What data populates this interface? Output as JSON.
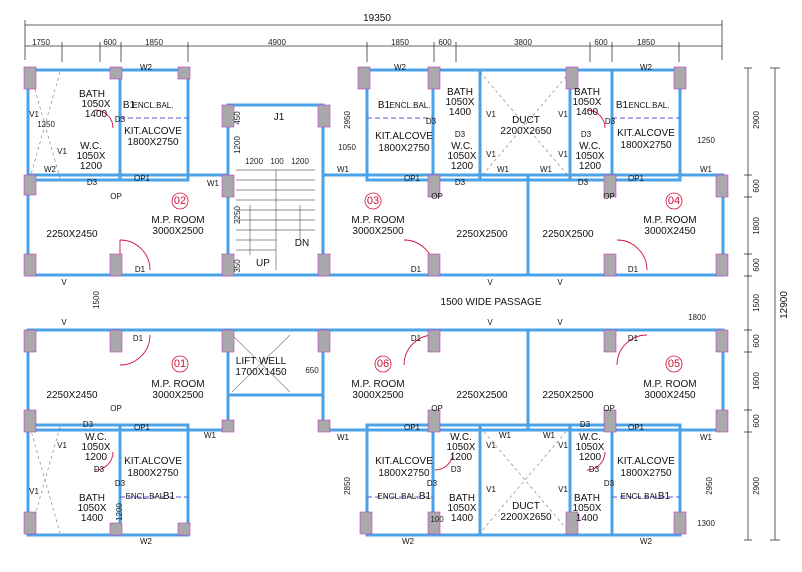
{
  "colors": {
    "wall": "#4aa3e8",
    "column": "#a9a9a9",
    "dimension": "#333333",
    "door_swing": "#d0103a",
    "flat_marker": "#d0103a",
    "balcony_line": "#5a5ad8"
  },
  "dimensions": {
    "overall_width": "19350",
    "overall_depth": "12900",
    "top_row": [
      "1750",
      "600",
      "1850",
      "4900",
      "1850",
      "600",
      "3800",
      "600",
      "1850"
    ],
    "right_column": [
      "2900",
      "600",
      "1800",
      "600",
      "1500",
      "600",
      "1600",
      "600",
      "2900"
    ],
    "misc": [
      "1250",
      "2950",
      "1050",
      "1250",
      "1500",
      "1800",
      "650",
      "2850",
      "2950",
      "1300",
      "1200",
      "100",
      "1200",
      "2250",
      "1200",
      "450",
      "350",
      "1200",
      "100"
    ]
  },
  "flats": [
    {
      "marker": "02",
      "room_title": "M.P. ROOM",
      "room_size": "3000X2500"
    },
    {
      "marker": "03",
      "room_title": "M.P. ROOM",
      "room_size": "3000X2500"
    },
    {
      "marker": "04",
      "room_title": "M.P. ROOM",
      "room_size": "3000X2450"
    },
    {
      "marker": "01",
      "room_title": "M.P. ROOM",
      "room_size": "3000X2500"
    },
    {
      "marker": "06",
      "room_title": "M.P. ROOM",
      "room_size": "3000X2500"
    },
    {
      "marker": "05",
      "room_title": "M.P. ROOM",
      "room_size": "3000X2450"
    }
  ],
  "labels": {
    "bath": "BATH",
    "bath_size": "1050X\n1400",
    "bath_size_b": "1050X\n1400",
    "wc": "W.C.",
    "wc_size": "1050X\n1200",
    "kit": "KIT.ALCOVE",
    "kit_size": "1800X2750",
    "room_2250x2450": "2250X2450",
    "room_2250x2500": "2250X2500",
    "duct": "DUCT",
    "duct_size": "2200X2650",
    "lift_well": "LIFT WELL",
    "lift_size": "1700X1450",
    "passage": "1500 WIDE PASSAGE",
    "up": "UP",
    "dn": "DN",
    "b1": "B1",
    "encl_bal": "ENCL.BAL.",
    "j1": "J1"
  },
  "tags": {
    "d1": "D1",
    "d3": "D3",
    "op": "OP",
    "op1": "OP1",
    "w1": "W1",
    "w2": "W2",
    "v": "V",
    "v1": "V1"
  }
}
